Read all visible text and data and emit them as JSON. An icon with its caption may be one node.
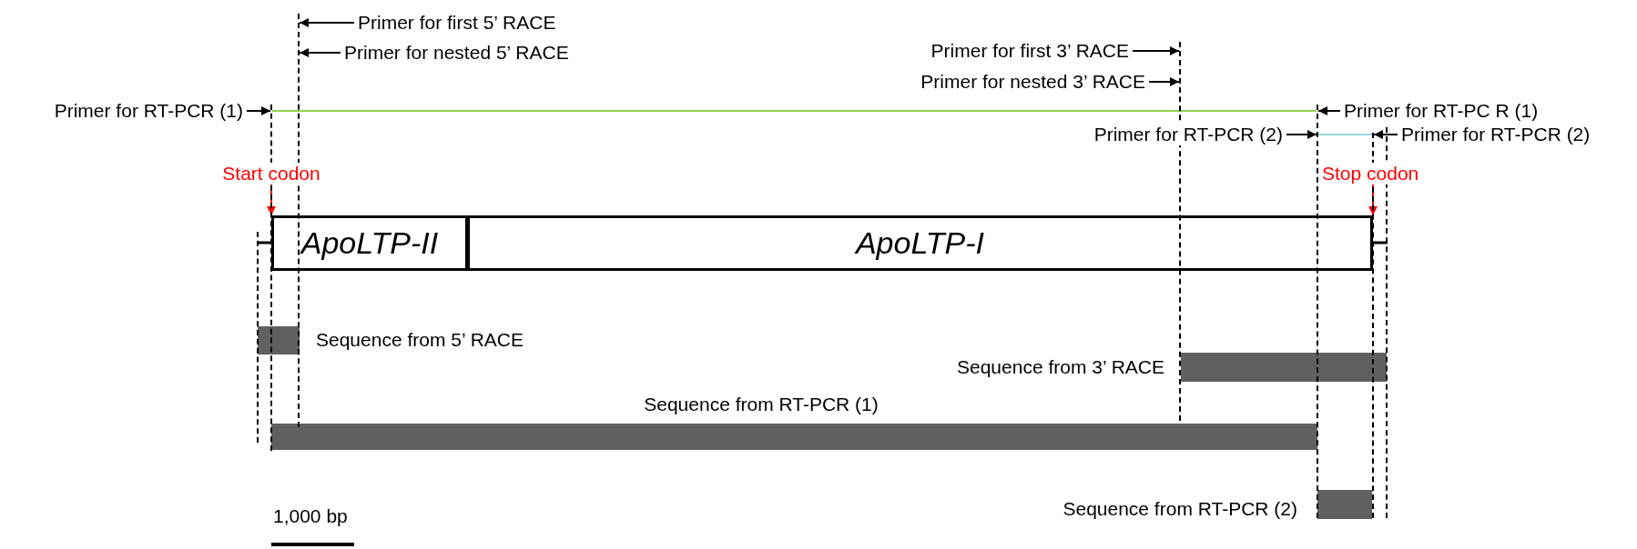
{
  "diagram": {
    "nodes": [
      {
        "text": [
          "Primer for first 5’ RACE"
        ]
      },
      {
        "text": [
          "Primer for nested 5’ RACE"
        ]
      },
      {
        "text": [
          "Primer for first 3’ RACE"
        ]
      },
      {
        "text": [
          "Primer for nested 3’ RACE"
        ]
      },
      {
        "text": [
          "Primer for RT-PCR (1)"
        ]
      },
      {
        "text": [
          "Primer for RT-PC R (1)"
        ]
      },
      {
        "text": [
          "Primer for RT-PCR (2)"
        ]
      },
      {
        "text": [
          "Primer for RT-PCR (2)"
        ]
      },
      {
        "text": [
          "Start codon"
        ]
      },
      {
        "text": [
          "Stop codon"
        ]
      },
      {
        "text": [
          "ApoLTP-II"
        ]
      },
      {
        "text": [
          "ApoLTP-I"
        ]
      },
      {
        "text": [],
        "shape": "bar",
        "beside": [
          "Sequence from 5’ RACE"
        ]
      },
      {
        "text": [],
        "shape": "bar",
        "beside": [
          "Sequence from 3’ RACE"
        ]
      },
      {
        "text": [],
        "shape": "bar",
        "beside": [
          "Sequence from RT-PCR (1)"
        ]
      },
      {
        "text": [],
        "shape": "bar",
        "beside": [
          "Sequence from RT-PCR (2)"
        ]
      },
      {
        "text": [],
        "shape": "line"
      },
      {
        "text": [],
        "shape": "line"
      },
      {
        "text": [],
        "shape": "line"
      },
      {
        "text": [],
        "shape": "line"
      },
      {
        "text": [],
        "shape": "line"
      },
      {
        "text": [],
        "shape": "line"
      },
      {
        "text": [],
        "shape": "line"
      }
    ],
    "edges": [
      {
        "from": 0,
        "to": 18,
        "arrow": "to"
      },
      {
        "from": 1,
        "to": 18,
        "arrow": "to"
      },
      {
        "from": 2,
        "to": 19,
        "arrow": "to"
      },
      {
        "from": 3,
        "to": 19,
        "arrow": "to"
      },
      {
        "from": 4,
        "to": 17,
        "arrow": "to"
      },
      {
        "from": 5,
        "to": 20,
        "arrow": "to"
      },
      {
        "from": 6,
        "to": 20,
        "arrow": "to"
      },
      {
        "from": 7,
        "to": 21,
        "arrow": "to"
      },
      {
        "from": 17,
        "to": 20,
        "arrow": "none",
        "color": "#92d050"
      },
      {
        "from": 20,
        "to": 21,
        "arrow": "none",
        "color": "#9dd3dc"
      },
      {
        "from": 8,
        "to": 10,
        "arrow": "to",
        "color": "#ff0000"
      },
      {
        "from": 9,
        "to": 11,
        "arrow": "to",
        "color": "#ff0000"
      }
    ],
    "labels": [
      "1,000 bp"
    ]
  }
}
